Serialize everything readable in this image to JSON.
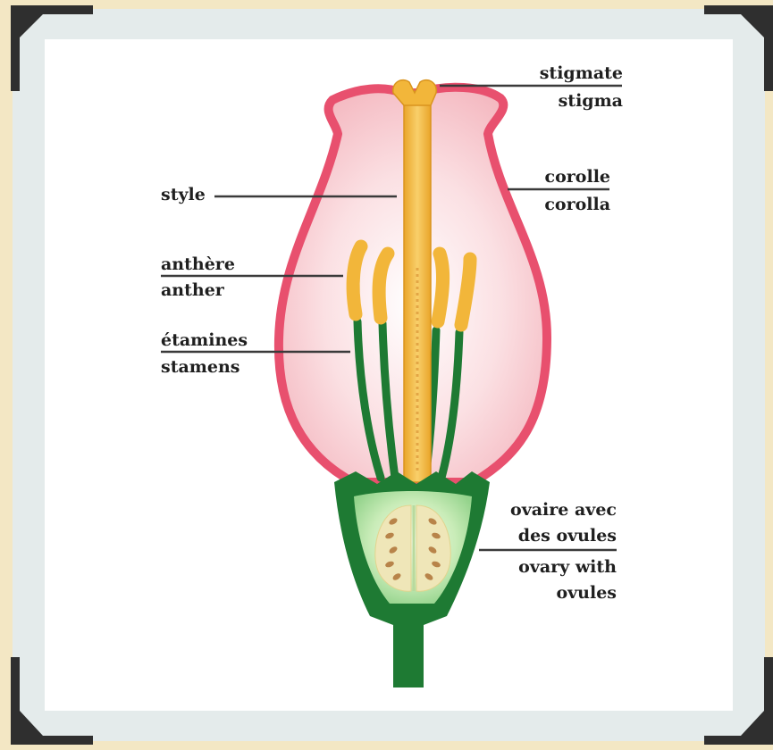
{
  "diagram": {
    "labels": {
      "stigma_fr": "stigmate",
      "stigma_en": "stigma",
      "style": "style",
      "corolla_fr": "corolle",
      "corolla_en": "corolla",
      "anther_fr": "anthère",
      "anther_en": "anther",
      "stamens_fr": "étamines",
      "stamens_en": "stamens",
      "ovary_fr_1": "ovaire avec",
      "ovary_fr_2": "des ovules",
      "ovary_en_1": "ovary with",
      "ovary_en_2": "ovules"
    },
    "colors": {
      "background": "#f3e7c4",
      "frame": "#e6ecec",
      "panel": "#ffffff",
      "corolla_outline": "#e8506e",
      "corolla_fill": "#f6c5cb",
      "stamen_green": "#1e7a33",
      "anther_yellow": "#f2b63a",
      "ovary_green": "#9fd79a",
      "ovule_brown": "#b8844a",
      "corner": "#2e2e2e"
    }
  }
}
